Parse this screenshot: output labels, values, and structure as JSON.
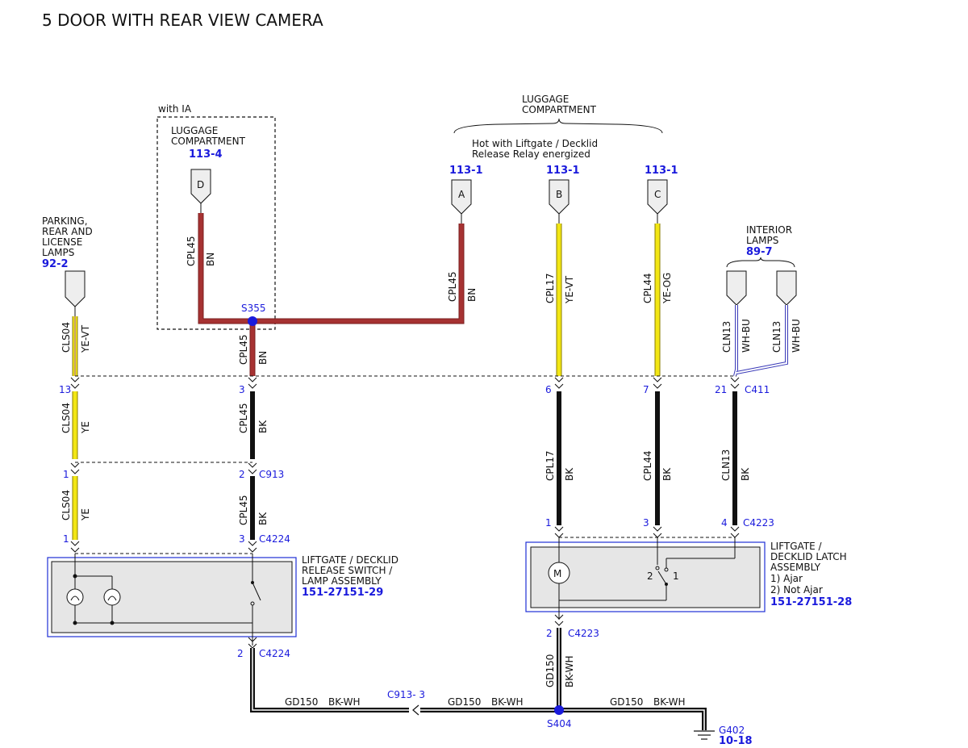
{
  "title": "5 DOOR WITH REAR VIEW CAMERA",
  "option_label": "with IA",
  "luggage_left": {
    "line1": "LUGGAGE",
    "line2": "COMPARTMENT",
    "ref": "113-4",
    "pin": "D"
  },
  "luggage_top": {
    "line1": "LUGGAGE",
    "line2": "COMPARTMENT",
    "hot1": "Hot with Liftgate / Decklid",
    "hot2": "Release Relay energized"
  },
  "pins_top": [
    {
      "ref": "113-1",
      "pin": "A"
    },
    {
      "ref": "113-1",
      "pin": "B"
    },
    {
      "ref": "113-1",
      "pin": "C"
    }
  ],
  "parking": {
    "l1": "PARKING,",
    "l2": "REAR AND",
    "l3": "LICENSE",
    "l4": "LAMPS",
    "ref": "92-2"
  },
  "interior": {
    "l1": "INTERIOR",
    "l2": "LAMPS",
    "ref": "89-7"
  },
  "splices": {
    "s355": "S355",
    "s404": "S404"
  },
  "connectors": {
    "c411": "C411",
    "c913": "C913",
    "c4224": "C4224",
    "c4223": "C4223",
    "c913_3": "C913- 3"
  },
  "pin_numbers": {
    "p13": "13",
    "p3a": "3",
    "p6": "6",
    "p7": "7",
    "p21": "21",
    "p1a": "1",
    "p2a": "2",
    "p1b": "1",
    "p3b": "3",
    "p1c": "1",
    "p3c": "3",
    "p4": "4",
    "p2b": "2",
    "p2c": "2"
  },
  "wires": {
    "cls04": "CLS04",
    "cpl45": "CPL45",
    "cpl17": "CPL17",
    "cpl44": "CPL44",
    "cln13": "CLN13",
    "gd150": "GD150",
    "ye_vt": "YE-VT",
    "ye": "YE",
    "bn": "BN",
    "bk": "BK",
    "ye_og": "YE-OG",
    "wh_bu": "WH-BU",
    "bk_wh": "BK-WH"
  },
  "switch_assy": {
    "l1": "LIFTGATE / DECKLID",
    "l2": "RELEASE SWITCH /",
    "l3": "LAMP ASSEMBLY",
    "ref": "151-27151-29"
  },
  "latch_assy": {
    "l1": "LIFTGATE /",
    "l2": "DECKLID LATCH",
    "l3": "ASSEMBLY",
    "l4": "1) Ajar",
    "l5": "2) Not Ajar",
    "ref": "151-27151-28",
    "motor": "M",
    "sw_2": "2",
    "sw_1": "1"
  },
  "ground": {
    "name": "G402",
    "ref": "10-18"
  },
  "colors": {
    "brown": "#a63232",
    "yellow": "#f2e614",
    "black": "#111111",
    "blue_box": "#1f2fd6",
    "wh_bu": "#3a3ab8",
    "ref_blue": "#1a1adc"
  }
}
